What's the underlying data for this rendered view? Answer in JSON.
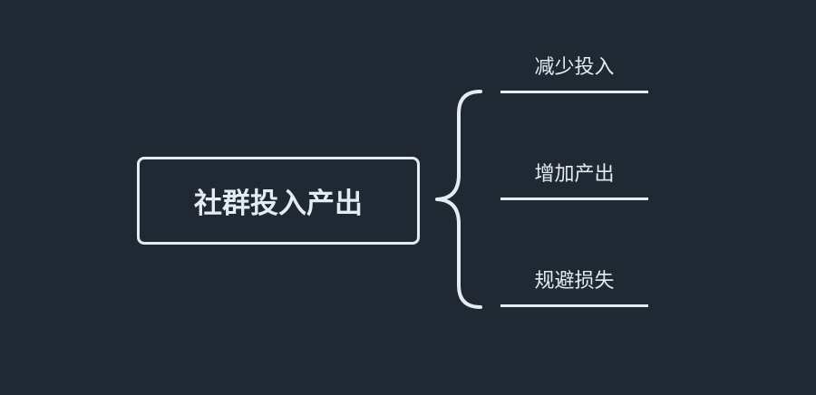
{
  "diagram": {
    "type": "mind-map",
    "background_color": "#1f2833",
    "stroke_color": "#e3ebf5",
    "root": {
      "label": "社群投入产出"
    },
    "branches": [
      {
        "label": "减少投入"
      },
      {
        "label": "增加产出"
      },
      {
        "label": "规避损失"
      }
    ]
  }
}
